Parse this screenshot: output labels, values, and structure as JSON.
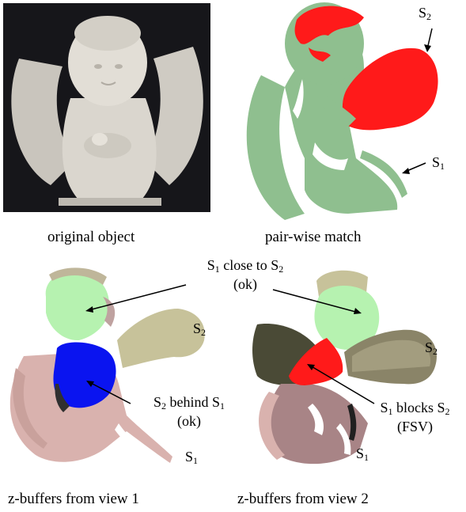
{
  "panels": {
    "original": {
      "caption": "original object"
    },
    "pairwise": {
      "caption": "pair-wise match",
      "s1": {
        "base": "S",
        "sub": "1"
      },
      "s2": {
        "base": "S",
        "sub": "2"
      }
    },
    "view1": {
      "caption": "z-buffers from view 1",
      "s1": {
        "base": "S",
        "sub": "1"
      },
      "s2": {
        "base": "S",
        "sub": "2"
      },
      "behind": {
        "a": "S",
        "a_sub": "2",
        "text": " behind ",
        "b": "S",
        "b_sub": "1",
        "note": "(ok)"
      }
    },
    "view2": {
      "caption": "z-buffers from view 2",
      "s1": {
        "base": "S",
        "sub": "1"
      },
      "s2": {
        "base": "S",
        "sub": "2"
      },
      "blocks": {
        "a": "S",
        "a_sub": "1",
        "text": " blocks ",
        "b": "S",
        "b_sub": "2",
        "note": "(FSV)"
      }
    },
    "shared": {
      "close": {
        "a": "S",
        "a_sub": "1",
        "text": " close to ",
        "b": "S",
        "b_sub": "2",
        "note": "(ok)"
      }
    }
  },
  "colors": {
    "photo_bg": "#16161a",
    "statue": "#d8d4cc",
    "green_surface": "#8fbf8f",
    "red_surface": "#ff1a1a",
    "light_green": "#b6f2b0",
    "pink_surface": "#d9b2ae",
    "khaki_surface": "#c7c29a",
    "dark_olive": "#4a4a36",
    "blue_surface": "#0a14f0",
    "mauve": "#a88486"
  }
}
